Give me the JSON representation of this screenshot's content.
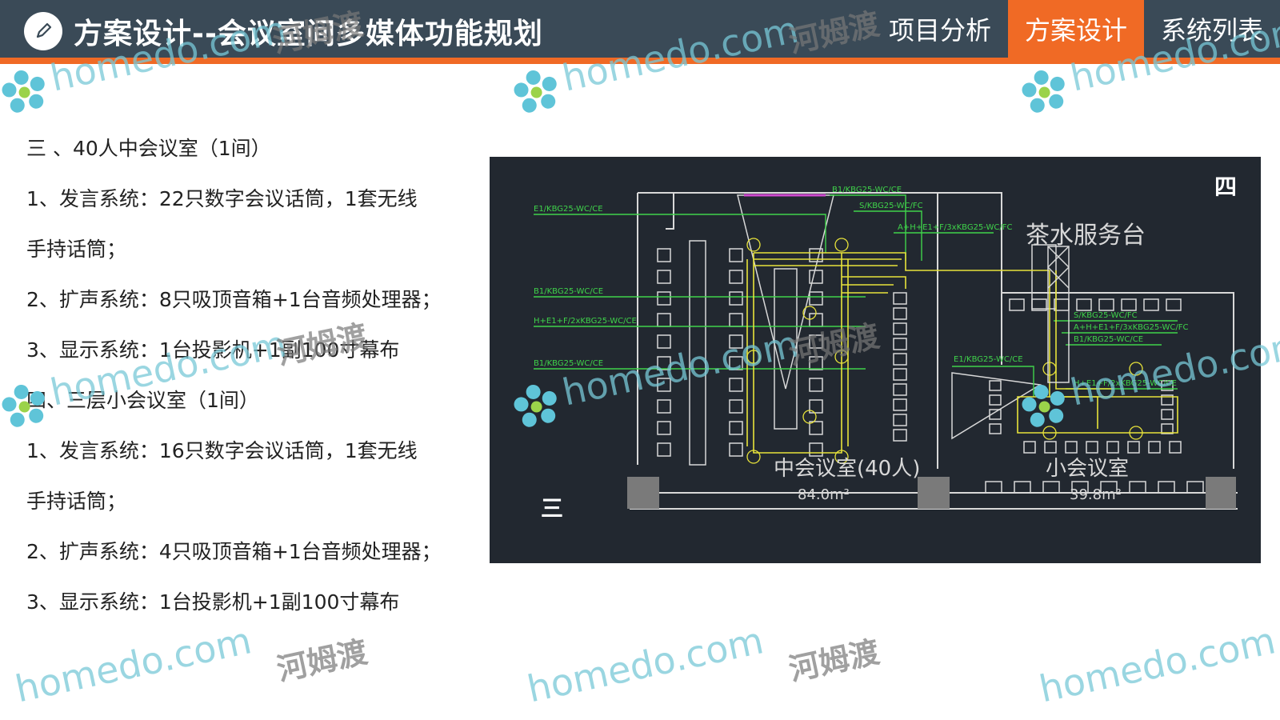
{
  "header": {
    "title": "方案设计--会议室间多媒体功能规划",
    "nav": [
      {
        "label": "项目分析",
        "active": false
      },
      {
        "label": "方案设计",
        "active": true
      },
      {
        "label": "系统列表",
        "active": false
      }
    ]
  },
  "content": {
    "lines": [
      "三 、40人中会议室（1间）",
      "1、发言系统：22只数字会议话筒，1套无线",
      "手持话筒；",
      "2、扩声系统：8只吸顶音箱+1台音频处理器；",
      "3、显示系统：1台投影机+1副100寸幕布",
      "四、三层小会议室（1间）",
      "1、发言系统：16只数字会议话筒，1套无线",
      "手持话筒；",
      "2、扩声系统：4只吸顶音箱+1台音频处理器；",
      "3、显示系统：1台投影机+1副100寸幕布"
    ]
  },
  "drawing": {
    "badge_four": "四",
    "badge_three": "三",
    "room_labels": {
      "tea": "茶水服务台",
      "mid_room": "中会议室(40人)",
      "mid_area": "84.0m²",
      "small_room": "小会议室",
      "small_area": "39.8m²"
    },
    "cable_labels": [
      "E1/KBG25-WC/CE",
      "B1/KBG25-WC/CE",
      "H+E1+F/2xKBG25-WC/CE",
      "B1/KBG25-WC/CE",
      "B1/KBG25-WC/CE",
      "S/KBG25-WC/FC",
      "A+H+E1+F/3xKBG25-WC/FC",
      "S/KBG25-WC/FC",
      "A+H+E1+F/3xKBG25-WC/FC",
      "B1/KBG25-WC/CE",
      "E1/KBG25-WC/CE",
      "H+E1+F/2xKBG25-WC/CE"
    ]
  },
  "watermark": {
    "brand": "homedo.com",
    "cn": "河姆渡"
  },
  "colors": {
    "header_bg": "#3a4a57",
    "accent": "#f06a25",
    "drawing_bg": "#222830",
    "cad_green": "#3fd34a",
    "cad_yellow": "#e8e33a"
  }
}
